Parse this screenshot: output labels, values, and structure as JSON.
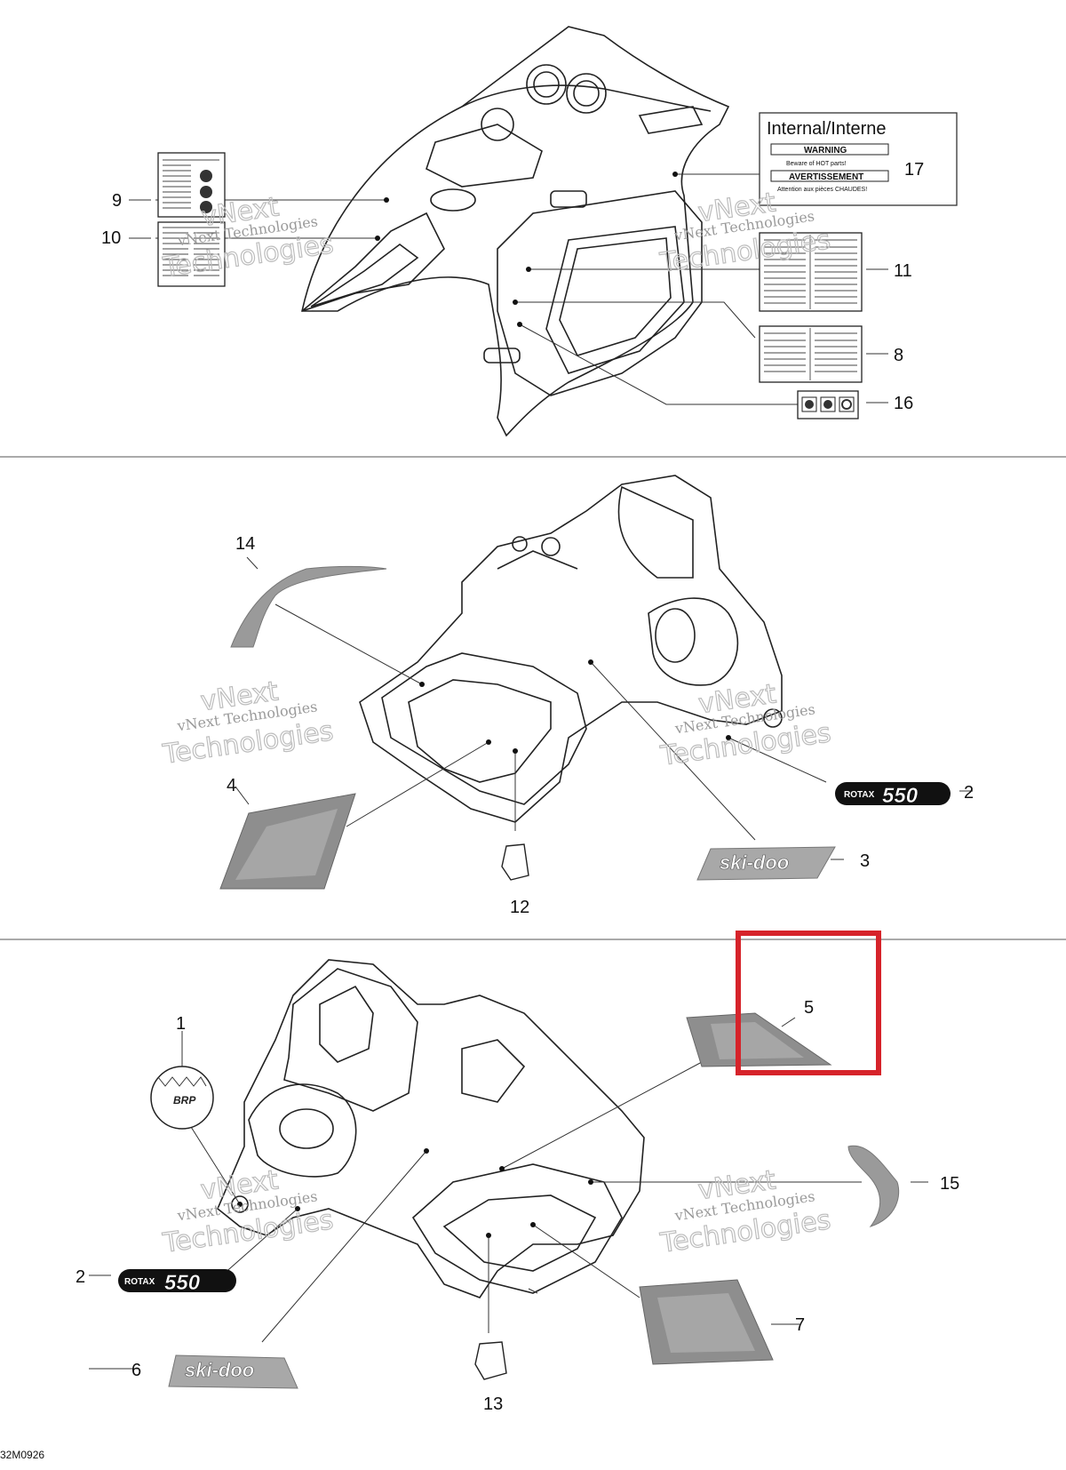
{
  "diagram": {
    "code": "32M0926",
    "callouts": {
      "n1": "1",
      "n2a": "2",
      "n2b": "2",
      "n3": "3",
      "n4": "4",
      "n5": "5",
      "n6": "6",
      "n7": "7",
      "n8": "8",
      "n9": "9",
      "n10": "10",
      "n11": "11",
      "n12": "12",
      "n13": "13",
      "n14": "14",
      "n15": "15",
      "n16": "16",
      "n17": "17"
    },
    "internal_box": {
      "title": "Internal/Interne",
      "warning": "WARNING",
      "warning_sub": "Beware of HOT parts!",
      "avert": "AVERTISSEMENT",
      "avert_sub": "Attention aux pièces CHAUDES!"
    },
    "decals": {
      "rotax": "ROTAX",
      "rotax_num": "550",
      "skidoo": "ski-doo",
      "brp": "BRP"
    },
    "watermark": {
      "line1": "vNext Technologies",
      "line2": "vNext",
      "line3": "Technologies"
    },
    "highlight_color": "#d6232a"
  }
}
